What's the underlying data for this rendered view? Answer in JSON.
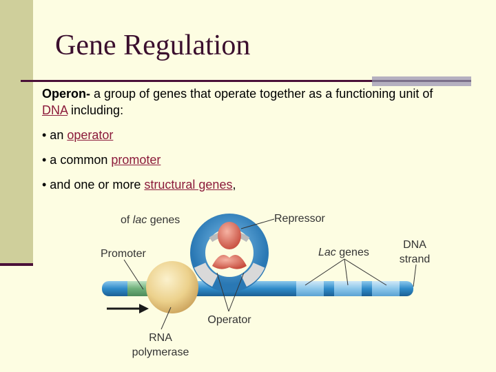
{
  "slide": {
    "title": "Gene Regulation",
    "definition": {
      "term": "Operon-",
      "text_before": " a group of genes that operate together as a functioning unit of ",
      "link_dna": "DNA",
      "text_after": " including:"
    },
    "bullets": [
      {
        "prefix": "• an ",
        "link": "operator",
        "suffix": ""
      },
      {
        "prefix": "• a common ",
        "link": "promoter",
        "suffix": ""
      },
      {
        "prefix": "• and one or more ",
        "link": "structural genes",
        "suffix": ","
      }
    ]
  },
  "diagram": {
    "labels": {
      "of_lac_genes_prefix": "of ",
      "of_lac_genes_italic": "lac",
      "of_lac_genes_suffix": " genes",
      "repressor": "Repressor",
      "promoter": "Promoter",
      "lac_genes_italic": "Lac",
      "lac_genes_suffix": " genes",
      "dna_line1": "DNA",
      "dna_line2": "strand",
      "operator": "Operator",
      "rna_line1": "RNA",
      "rna_line2": "polymerase"
    }
  },
  "colors": {
    "background": "#fdfde2",
    "sidebar": "#cfcf9b",
    "rule": "#4a1038",
    "title": "#3b0f2e",
    "link": "#8b1a3a"
  }
}
